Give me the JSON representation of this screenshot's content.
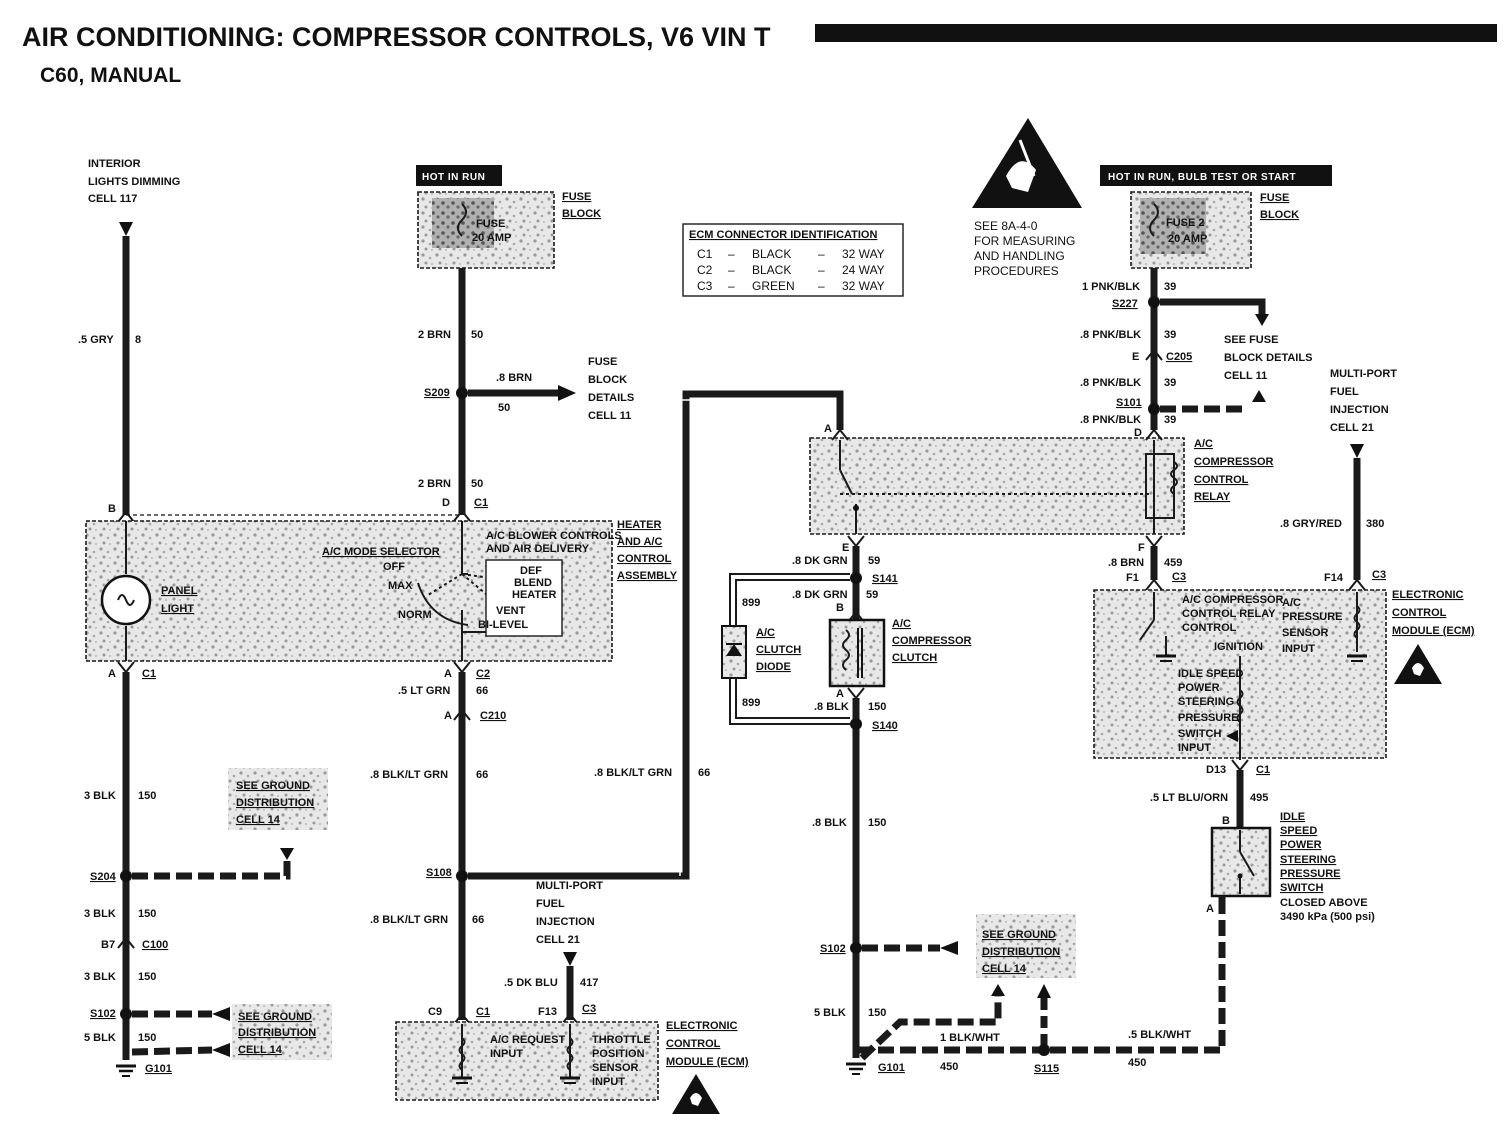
{
  "title": "AIR CONDITIONING: COMPRESSOR CONTROLS, V6 VIN T",
  "subtitle": "C60, MANUAL",
  "left_circuit": {
    "source": [
      "INTERIOR",
      "LIGHTS DIMMING",
      "CELL 117"
    ],
    "wire1": ".5 GRY",
    "circuit1": "8",
    "pin_top": "B",
    "panel_light": [
      "PANEL",
      "LIGHT"
    ],
    "pin_bottom": "A",
    "conn_bottom": "C1",
    "wire2": "3 BLK",
    "circuit2": "150",
    "splice1": "S204",
    "ground_ref1": [
      "SEE GROUND",
      "DISTRIBUTION",
      "CELL 14"
    ],
    "wire3": "3 BLK",
    "circuit3": "150",
    "pin_c100": "B7",
    "conn_c100": "C100",
    "wire4": "3 BLK",
    "circuit4": "150",
    "splice2": "S102",
    "wire5": "5 BLK",
    "circuit5": "150",
    "ground_ref2": [
      "SEE GROUND",
      "DISTRIBUTION",
      "CELL 14"
    ],
    "ground": "G101"
  },
  "center_circuit": {
    "hot_label": "HOT IN RUN",
    "fuse_block": [
      "FUSE",
      "BLOCK"
    ],
    "fuse": [
      "FUSE",
      "20 AMP"
    ],
    "wire1": "2 BRN",
    "circuit1": "50",
    "splice": "S209",
    "branch_wire": ".8 BRN",
    "branch_circuit": "50",
    "branch_ref": [
      "FUSE",
      "BLOCK",
      "DETAILS",
      "CELL 11"
    ],
    "wire2": "2 BRN",
    "circuit2": "50",
    "pin_d": "D",
    "conn_d": "C1",
    "heater_label": [
      "HEATER",
      "AND A/C",
      "CONTROL",
      "ASSEMBLY"
    ],
    "blower_label": [
      "A/C BLOWER CONTROLS",
      "AND AIR DELIVERY"
    ],
    "mode_selector": "A/C MODE SELECTOR",
    "modes": [
      "OFF",
      "MAX",
      "NORM",
      "DEF",
      "BLEND",
      "HEATER",
      "VENT",
      "BI-LEVEL"
    ],
    "pin_a": "A",
    "conn_a": "C2",
    "wire3": ".5 LT GRN",
    "circuit3": "66",
    "pin_c210": "A",
    "conn_c210": "C210",
    "wire4": ".8 BLK/LT GRN",
    "circuit4": "66",
    "splice_s108": "S108",
    "wire_long": ".8 BLK/LT GRN",
    "circuit_long": "66",
    "wire5": ".8 BLK/LT GRN",
    "circuit5": "66",
    "mpfi_ref": [
      "MULTI-PORT",
      "FUEL",
      "INJECTION",
      "CELL 21"
    ],
    "wire6": ".5 DK BLU",
    "circuit6": "417",
    "pin_c9": "C9",
    "conn_c9": "C1",
    "pin_f13": "F13",
    "conn_f13": "C3",
    "ecm_inputs": [
      "A/C REQUEST",
      "INPUT",
      "THROTTLE",
      "POSITION",
      "SENSOR",
      "INPUT"
    ],
    "ecm_label": [
      "ELECTRONIC",
      "CONTROL",
      "MODULE (ECM)"
    ]
  },
  "ecm_connector_table": {
    "title": "ECM CONNECTOR IDENTIFICATION",
    "rows": [
      [
        "C1",
        "–",
        "BLACK",
        "–",
        "32 WAY"
      ],
      [
        "C2",
        "–",
        "BLACK",
        "–",
        "24 WAY"
      ],
      [
        "C3",
        "–",
        "GREEN",
        "–",
        "32 WAY"
      ]
    ]
  },
  "esd_note": [
    "SEE 8A-4-0",
    "FOR MEASURING",
    "AND HANDLING",
    "PROCEDURES"
  ],
  "right_circuit": {
    "hot_label": "HOT IN RUN, BULB TEST OR START",
    "fuse_block": [
      "FUSE",
      "BLOCK"
    ],
    "fuse": [
      "FUSE 2",
      "20 AMP"
    ],
    "wire1": "1 PNK/BLK",
    "circuit1": "39",
    "splice1": "S227",
    "fuse_ref": [
      "SEE FUSE",
      "BLOCK DETAILS",
      "CELL 11"
    ],
    "wire2": ".8 PNK/BLK",
    "circuit2": "39",
    "pin_c205": "E",
    "conn_c205": "C205",
    "wire3": ".8 PNK/BLK",
    "circuit3": "39",
    "splice2": "S101",
    "wire4": ".8 PNK/BLK",
    "circuit4": "39",
    "relay_pin_a": "A",
    "relay_pin_d": "D",
    "relay_label": [
      "A/C",
      "COMPRESSOR",
      "CONTROL",
      "RELAY"
    ],
    "relay_pin_e": "E",
    "relay_pin_f": "F",
    "wire5": ".8 DK GRN",
    "circuit5": "59",
    "splice3": "S141",
    "wire6": ".8 DK GRN",
    "circuit6": "59",
    "diode_circuit": "899",
    "diode_label": [
      "A/C",
      "CLUTCH",
      "DIODE"
    ],
    "clutch_pin_b": "B",
    "clutch_pin_a": "A",
    "clutch_label": [
      "A/C",
      "COMPRESSOR",
      "CLUTCH"
    ],
    "wire7": ".8 BLK",
    "circuit7": "150",
    "splice4": "S140",
    "wire8": ".8 BLK",
    "circuit8": "150",
    "splice5": "S102",
    "ground_ref": [
      "SEE GROUND",
      "DISTRIBUTION",
      "CELL 14"
    ],
    "wire9": "5 BLK",
    "circuit9": "150",
    "ground": "G101",
    "wire10": "1 BLK/WHT",
    "circuit10": "450",
    "splice6": "S115",
    "wire11": ".5 BLK/WHT",
    "circuit11": "450",
    "wire12": ".8 BRN",
    "circuit12": "459",
    "pin_f1": "F1",
    "conn_f1": "C3",
    "mpfi_ref": [
      "MULTI-PORT",
      "FUEL",
      "INJECTION",
      "CELL 21"
    ],
    "wire13": ".8 GRY/RED",
    "circuit13": "380",
    "pin_f14": "F14",
    "conn_f14": "C3",
    "ecm_inner": [
      "A/C COMPRESSOR",
      "CONTROL RELAY",
      "CONTROL",
      "A/C",
      "PRESSURE",
      "SENSOR",
      "INPUT",
      "IGNITION",
      "IDLE SPEED",
      "POWER",
      "STEERING",
      "PRESSURE",
      "SWITCH",
      "INPUT"
    ],
    "ecm_label": [
      "ELECTRONIC",
      "CONTROL",
      "MODULE (ECM)"
    ],
    "pin_d13": "D13",
    "conn_d13": "C1",
    "wire14": ".5 LT BLU/ORN",
    "circuit14": "495",
    "switch_pin_b": "B",
    "switch_pin_a": "A",
    "switch_label": [
      "IDLE",
      "SPEED",
      "POWER",
      "STEERING",
      "PRESSURE",
      "SWITCH",
      "CLOSED ABOVE",
      "3490 kPa (500 psi)"
    ]
  }
}
